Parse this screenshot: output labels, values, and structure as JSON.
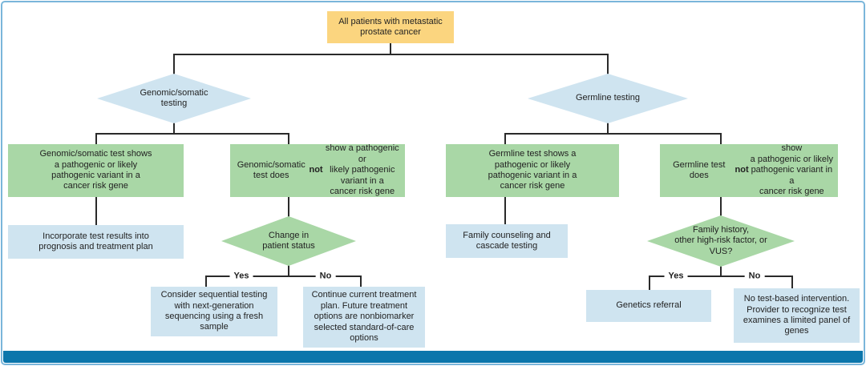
{
  "palette": {
    "root_box": "#fbd57f",
    "test_result_box": "#a9d7a6",
    "action_box": "#cfe4f0",
    "decision_diamond_blue": "#cfe4f0",
    "decision_diamond_green": "#a9d7a6",
    "footer_bar": "#0b76ab",
    "frame_border": "#7ab6da",
    "connector": "#2a2a2a"
  },
  "branch_labels": {
    "yes": "Yes",
    "no": "No"
  },
  "nodes": {
    "root": "All patients with metastatic\nprostate cancer",
    "genomic_branch": "Genomic/somatic\ntesting",
    "germline_branch": "Germline testing",
    "genomic_positive": "Genomic/somatic test shows\na pathogenic or likely\npathogenic variant in a\ncancer risk gene",
    "genomic_negative": "Genomic/somatic test does\n**not** show a pathogenic or\nlikely pathogenic variant in a\ncancer risk gene",
    "germline_positive": "Germline test shows a\npathogenic or likely\npathogenic variant in a\ncancer risk gene",
    "germline_negative": "Germline test does **not** show\na pathogenic or likely\npathogenic variant in a\ncancer risk gene",
    "incorporate_results": "Incorporate test results into\nprognosis and treatment plan",
    "change_in_status": "Change in\npatient status",
    "family_counseling": "Family counseling and\ncascade testing",
    "family_history": "Family history,\nother high-risk factor, or\nVUS?",
    "consider_sequential": "Consider sequential testing\nwith next-generation\nsequencing using a fresh\nsample",
    "continue_current": "Continue current treatment\nplan. Future treatment\noptions are nonbiomarker\nselected standard-of-care\noptions",
    "genetics_referral": "Genetics referral",
    "no_test_intervention": "No test-based intervention.\nProvider to recognize test\nexamines a limited panel of\ngenes"
  }
}
